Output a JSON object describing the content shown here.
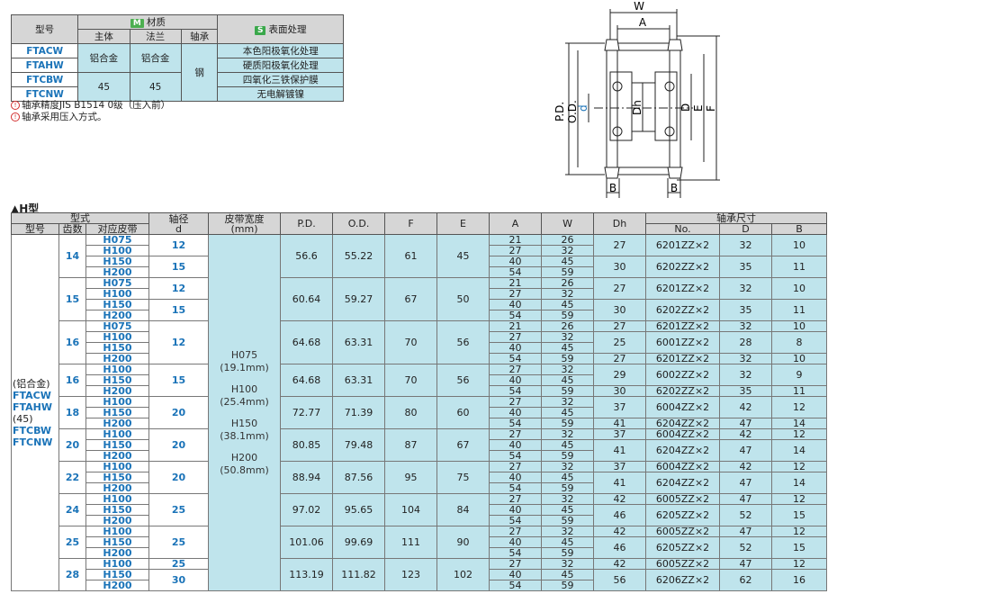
{
  "material_table": {
    "headers": {
      "model": "型号",
      "material": "材质",
      "body": "主体",
      "flange": "法兰",
      "bearing": "轴承",
      "surface": "表面处理",
      "m_badge": "M",
      "s_badge": "S"
    },
    "rows": [
      {
        "model": "FTACW",
        "surface": "本色阳极氧化处理"
      },
      {
        "model": "FTAHW",
        "surface": "硬质阳极氧化处理"
      },
      {
        "model": "FTCBW",
        "surface": "四氧化三铁保护膜"
      },
      {
        "model": "FTCNW",
        "surface": "无电解镀镍"
      }
    ],
    "al_body": "铝合金",
    "al_flange": "铝合金",
    "steel_body": "45",
    "steel_flange": "45",
    "bearing_mat": "钢"
  },
  "notes": [
    "轴承精度JIS B1514 0级（压入前）",
    "轴承采用压入方式。"
  ],
  "drawing": {
    "W": "W",
    "A": "A",
    "B": "B",
    "PD": "P.D.",
    "OD": "O.D.",
    "d": "d",
    "Dh": "Dh",
    "D": "D",
    "E": "E",
    "F": "F"
  },
  "section_title": "▲H型",
  "headers": {
    "series": "型式",
    "model": "型号",
    "teeth": "齿数",
    "belt": "对应皮带",
    "shaft": "轴径",
    "shaft_sub": "d",
    "width": "皮带宽度",
    "width_sub": "(mm)",
    "pd": "P.D.",
    "od": "O.D.",
    "f": "F",
    "e": "E",
    "a": "A",
    "w": "W",
    "dh": "Dh",
    "bearing": "轴承尺寸",
    "no": "No.",
    "D": "D",
    "B": "B"
  },
  "series_text": [
    "(铝合金)",
    "FTACW",
    "FTAHW",
    "(45)",
    "FTCBW",
    "FTCNW"
  ],
  "belt_width": [
    "H075",
    "(19.1mm)",
    "H100",
    "(25.4mm)",
    "H150",
    "(38.1mm)",
    "H200",
    "(50.8mm)"
  ],
  "rows": [
    {
      "teeth": "14",
      "pd": "56.6",
      "od": "55.22",
      "f": "61",
      "e": "45",
      "belts": [
        {
          "b": "H075",
          "aw": [
            "21",
            "26"
          ]
        },
        {
          "b": "H100",
          "aw": [
            "27",
            "32"
          ]
        },
        {
          "b": "H150",
          "aw": [
            "40",
            "45"
          ]
        },
        {
          "b": "H200",
          "aw": [
            "54",
            "59"
          ]
        }
      ],
      "d": [
        {
          "v": "12",
          "span": 2
        },
        {
          "v": "15",
          "span": 2
        }
      ],
      "brg": [
        {
          "span": 2,
          "dh": "27",
          "no": "6201ZZ×2",
          "D": "32",
          "B": "10"
        },
        {
          "span": 2,
          "dh": "30",
          "no": "6202ZZ×2",
          "D": "35",
          "B": "11"
        }
      ]
    },
    {
      "teeth": "15",
      "pd": "60.64",
      "od": "59.27",
      "f": "67",
      "e": "50",
      "belts": [
        {
          "b": "H075",
          "aw": [
            "21",
            "26"
          ]
        },
        {
          "b": "H100",
          "aw": [
            "27",
            "32"
          ]
        },
        {
          "b": "H150",
          "aw": [
            "40",
            "45"
          ]
        },
        {
          "b": "H200",
          "aw": [
            "54",
            "59"
          ]
        }
      ],
      "d": [
        {
          "v": "12",
          "span": 2
        },
        {
          "v": "15",
          "span": 2
        }
      ],
      "brg": [
        {
          "span": 2,
          "dh": "27",
          "no": "6201ZZ×2",
          "D": "32",
          "B": "10"
        },
        {
          "span": 2,
          "dh": "30",
          "no": "6202ZZ×2",
          "D": "35",
          "B": "11"
        }
      ]
    },
    {
      "teeth": "16",
      "pd": "64.68",
      "od": "63.31",
      "f": "70",
      "e": "56",
      "belts": [
        {
          "b": "H075",
          "aw": [
            "21",
            "26"
          ]
        },
        {
          "b": "H100",
          "aw": [
            "27",
            "32"
          ]
        },
        {
          "b": "H150",
          "aw": [
            "40",
            "45"
          ]
        },
        {
          "b": "H200",
          "aw": [
            "54",
            "59"
          ]
        }
      ],
      "d": [
        {
          "v": "12",
          "span": 4
        }
      ],
      "brg": [
        {
          "span": 1,
          "dh": "27",
          "no": "6201ZZ×2",
          "D": "32",
          "B": "10"
        },
        {
          "span": 2,
          "dh": "25",
          "no": "6001ZZ×2",
          "D": "28",
          "B": "8"
        },
        {
          "span": 1,
          "dh": "27",
          "no": "6201ZZ×2",
          "D": "32",
          "B": "10"
        }
      ]
    },
    {
      "teeth": "16",
      "pd": "64.68",
      "od": "63.31",
      "f": "70",
      "e": "56",
      "belts": [
        {
          "b": "H100",
          "aw": [
            "27",
            "32"
          ]
        },
        {
          "b": "H150",
          "aw": [
            "40",
            "45"
          ]
        },
        {
          "b": "H200",
          "aw": [
            "54",
            "59"
          ]
        }
      ],
      "d": [
        {
          "v": "15",
          "span": 3
        }
      ],
      "brg": [
        {
          "span": 2,
          "dh": "29",
          "no": "6002ZZ×2",
          "D": "32",
          "B": "9"
        },
        {
          "span": 1,
          "dh": "30",
          "no": "6202ZZ×2",
          "D": "35",
          "B": "11"
        }
      ]
    },
    {
      "teeth": "18",
      "pd": "72.77",
      "od": "71.39",
      "f": "80",
      "e": "60",
      "belts": [
        {
          "b": "H100",
          "aw": [
            "27",
            "32"
          ]
        },
        {
          "b": "H150",
          "aw": [
            "40",
            "45"
          ]
        },
        {
          "b": "H200",
          "aw": [
            "54",
            "59"
          ]
        }
      ],
      "d": [
        {
          "v": "20",
          "span": 3
        }
      ],
      "brg": [
        {
          "span": 2,
          "dh": "37",
          "no": "6004ZZ×2",
          "D": "42",
          "B": "12"
        },
        {
          "span": 1,
          "dh": "41",
          "no": "6204ZZ×2",
          "D": "47",
          "B": "14"
        }
      ]
    },
    {
      "teeth": "20",
      "pd": "80.85",
      "od": "79.48",
      "f": "87",
      "e": "67",
      "belts": [
        {
          "b": "H100",
          "aw": [
            "27",
            "32"
          ]
        },
        {
          "b": "H150",
          "aw": [
            "40",
            "45"
          ]
        },
        {
          "b": "H200",
          "aw": [
            "54",
            "59"
          ]
        }
      ],
      "d": [
        {
          "v": "20",
          "span": 3
        }
      ],
      "brg": [
        {
          "span": 1,
          "dh": "37",
          "no": "6004ZZ×2",
          "D": "42",
          "B": "12"
        },
        {
          "span": 2,
          "dh": "41",
          "no": "6204ZZ×2",
          "D": "47",
          "B": "14"
        }
      ]
    },
    {
      "teeth": "22",
      "pd": "88.94",
      "od": "87.56",
      "f": "95",
      "e": "75",
      "belts": [
        {
          "b": "H100",
          "aw": [
            "27",
            "32"
          ]
        },
        {
          "b": "H150",
          "aw": [
            "40",
            "45"
          ]
        },
        {
          "b": "H200",
          "aw": [
            "54",
            "59"
          ]
        }
      ],
      "d": [
        {
          "v": "20",
          "span": 3
        }
      ],
      "brg": [
        {
          "span": 1,
          "dh": "37",
          "no": "6004ZZ×2",
          "D": "42",
          "B": "12"
        },
        {
          "span": 2,
          "dh": "41",
          "no": "6204ZZ×2",
          "D": "47",
          "B": "14"
        }
      ]
    },
    {
      "teeth": "24",
      "pd": "97.02",
      "od": "95.65",
      "f": "104",
      "e": "84",
      "belts": [
        {
          "b": "H100",
          "aw": [
            "27",
            "32"
          ]
        },
        {
          "b": "H150",
          "aw": [
            "40",
            "45"
          ]
        },
        {
          "b": "H200",
          "aw": [
            "54",
            "59"
          ]
        }
      ],
      "d": [
        {
          "v": "25",
          "span": 3
        }
      ],
      "brg": [
        {
          "span": 1,
          "dh": "42",
          "no": "6005ZZ×2",
          "D": "47",
          "B": "12"
        },
        {
          "span": 2,
          "dh": "46",
          "no": "6205ZZ×2",
          "D": "52",
          "B": "15"
        }
      ]
    },
    {
      "teeth": "25",
      "pd": "101.06",
      "od": "99.69",
      "f": "111",
      "e": "90",
      "belts": [
        {
          "b": "H100",
          "aw": [
            "27",
            "32"
          ]
        },
        {
          "b": "H150",
          "aw": [
            "40",
            "45"
          ]
        },
        {
          "b": "H200",
          "aw": [
            "54",
            "59"
          ]
        }
      ],
      "d": [
        {
          "v": "25",
          "span": 3
        }
      ],
      "brg": [
        {
          "span": 1,
          "dh": "42",
          "no": "6005ZZ×2",
          "D": "47",
          "B": "12"
        },
        {
          "span": 2,
          "dh": "46",
          "no": "6205ZZ×2",
          "D": "52",
          "B": "15"
        }
      ]
    },
    {
      "teeth": "28",
      "pd": "113.19",
      "od": "111.82",
      "f": "123",
      "e": "102",
      "belts": [
        {
          "b": "H100",
          "aw": [
            "27",
            "32"
          ]
        },
        {
          "b": "H150",
          "aw": [
            "40",
            "45"
          ]
        },
        {
          "b": "H200",
          "aw": [
            "54",
            "59"
          ]
        }
      ],
      "d": [
        {
          "v": "25",
          "span": 1
        },
        {
          "v": "30",
          "span": 2
        }
      ],
      "brg": [
        {
          "span": 1,
          "dh": "42",
          "no": "6005ZZ×2",
          "D": "47",
          "B": "12"
        },
        {
          "span": 2,
          "dh": "56",
          "no": "6206ZZ×2",
          "D": "62",
          "B": "16"
        }
      ]
    }
  ]
}
